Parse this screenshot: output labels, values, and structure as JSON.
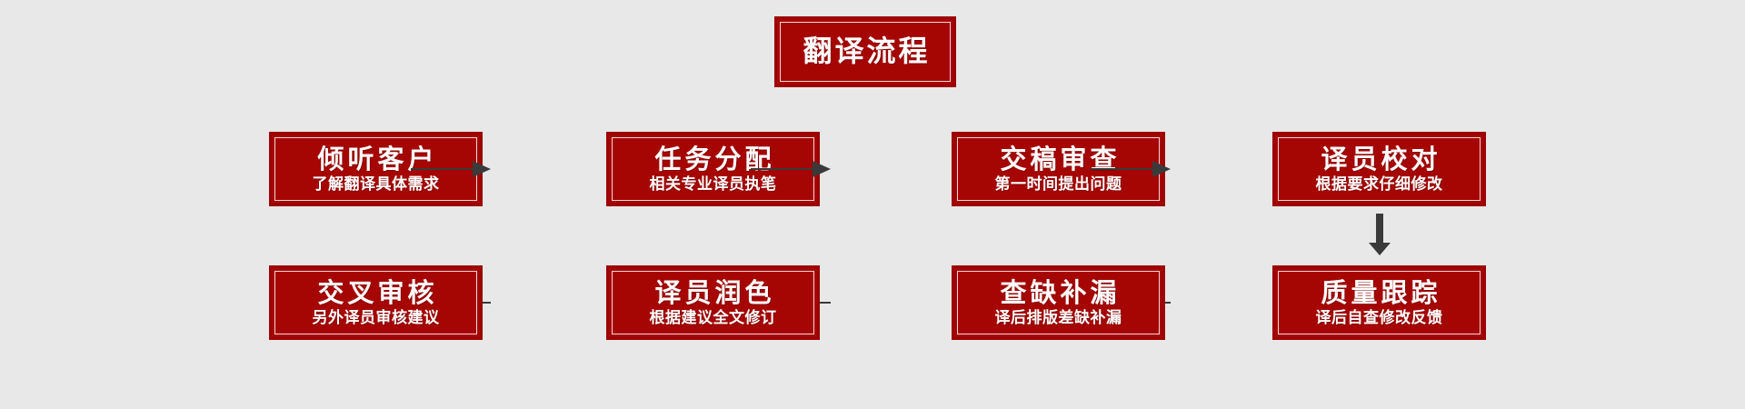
{
  "diagram": {
    "title": "翻译流程",
    "background_color": "#e8e8e8",
    "box_fill_color": "#a50604",
    "box_border_color": "#9c0300",
    "box_inner_border_color": "#f2d7d6",
    "text_color": "#ffffff",
    "arrow_color": "#3a3a3a",
    "steps": [
      {
        "index": 1,
        "title": "倾听客户",
        "subtitle": "了解翻译具体需求"
      },
      {
        "index": 2,
        "title": "任务分配",
        "subtitle": "相关专业译员执笔"
      },
      {
        "index": 3,
        "title": "交稿审查",
        "subtitle": "第一时间提出问题"
      },
      {
        "index": 4,
        "title": "译员校对",
        "subtitle": "根据要求仔细修改"
      },
      {
        "index": 5,
        "title": "质量跟踪",
        "subtitle": "译后自查修改反馈"
      },
      {
        "index": 6,
        "title": "查缺补漏",
        "subtitle": "译后排版差缺补漏"
      },
      {
        "index": 7,
        "title": "译员润色",
        "subtitle": "根据建议全文修订"
      },
      {
        "index": 8,
        "title": "交叉审核",
        "subtitle": "另外译员审核建议"
      }
    ],
    "connectors": [
      {
        "id": "c1",
        "from": 1,
        "to": 2,
        "direction": "right"
      },
      {
        "id": "c2",
        "from": 2,
        "to": 3,
        "direction": "right"
      },
      {
        "id": "c3",
        "from": 3,
        "to": 4,
        "direction": "right"
      },
      {
        "id": "c4",
        "from": 4,
        "to": 5,
        "direction": "down"
      },
      {
        "id": "c5",
        "from": 5,
        "to": 6,
        "direction": "left"
      },
      {
        "id": "c6",
        "from": 6,
        "to": 7,
        "direction": "left"
      },
      {
        "id": "c7",
        "from": 7,
        "to": 8,
        "direction": "left"
      }
    ]
  }
}
